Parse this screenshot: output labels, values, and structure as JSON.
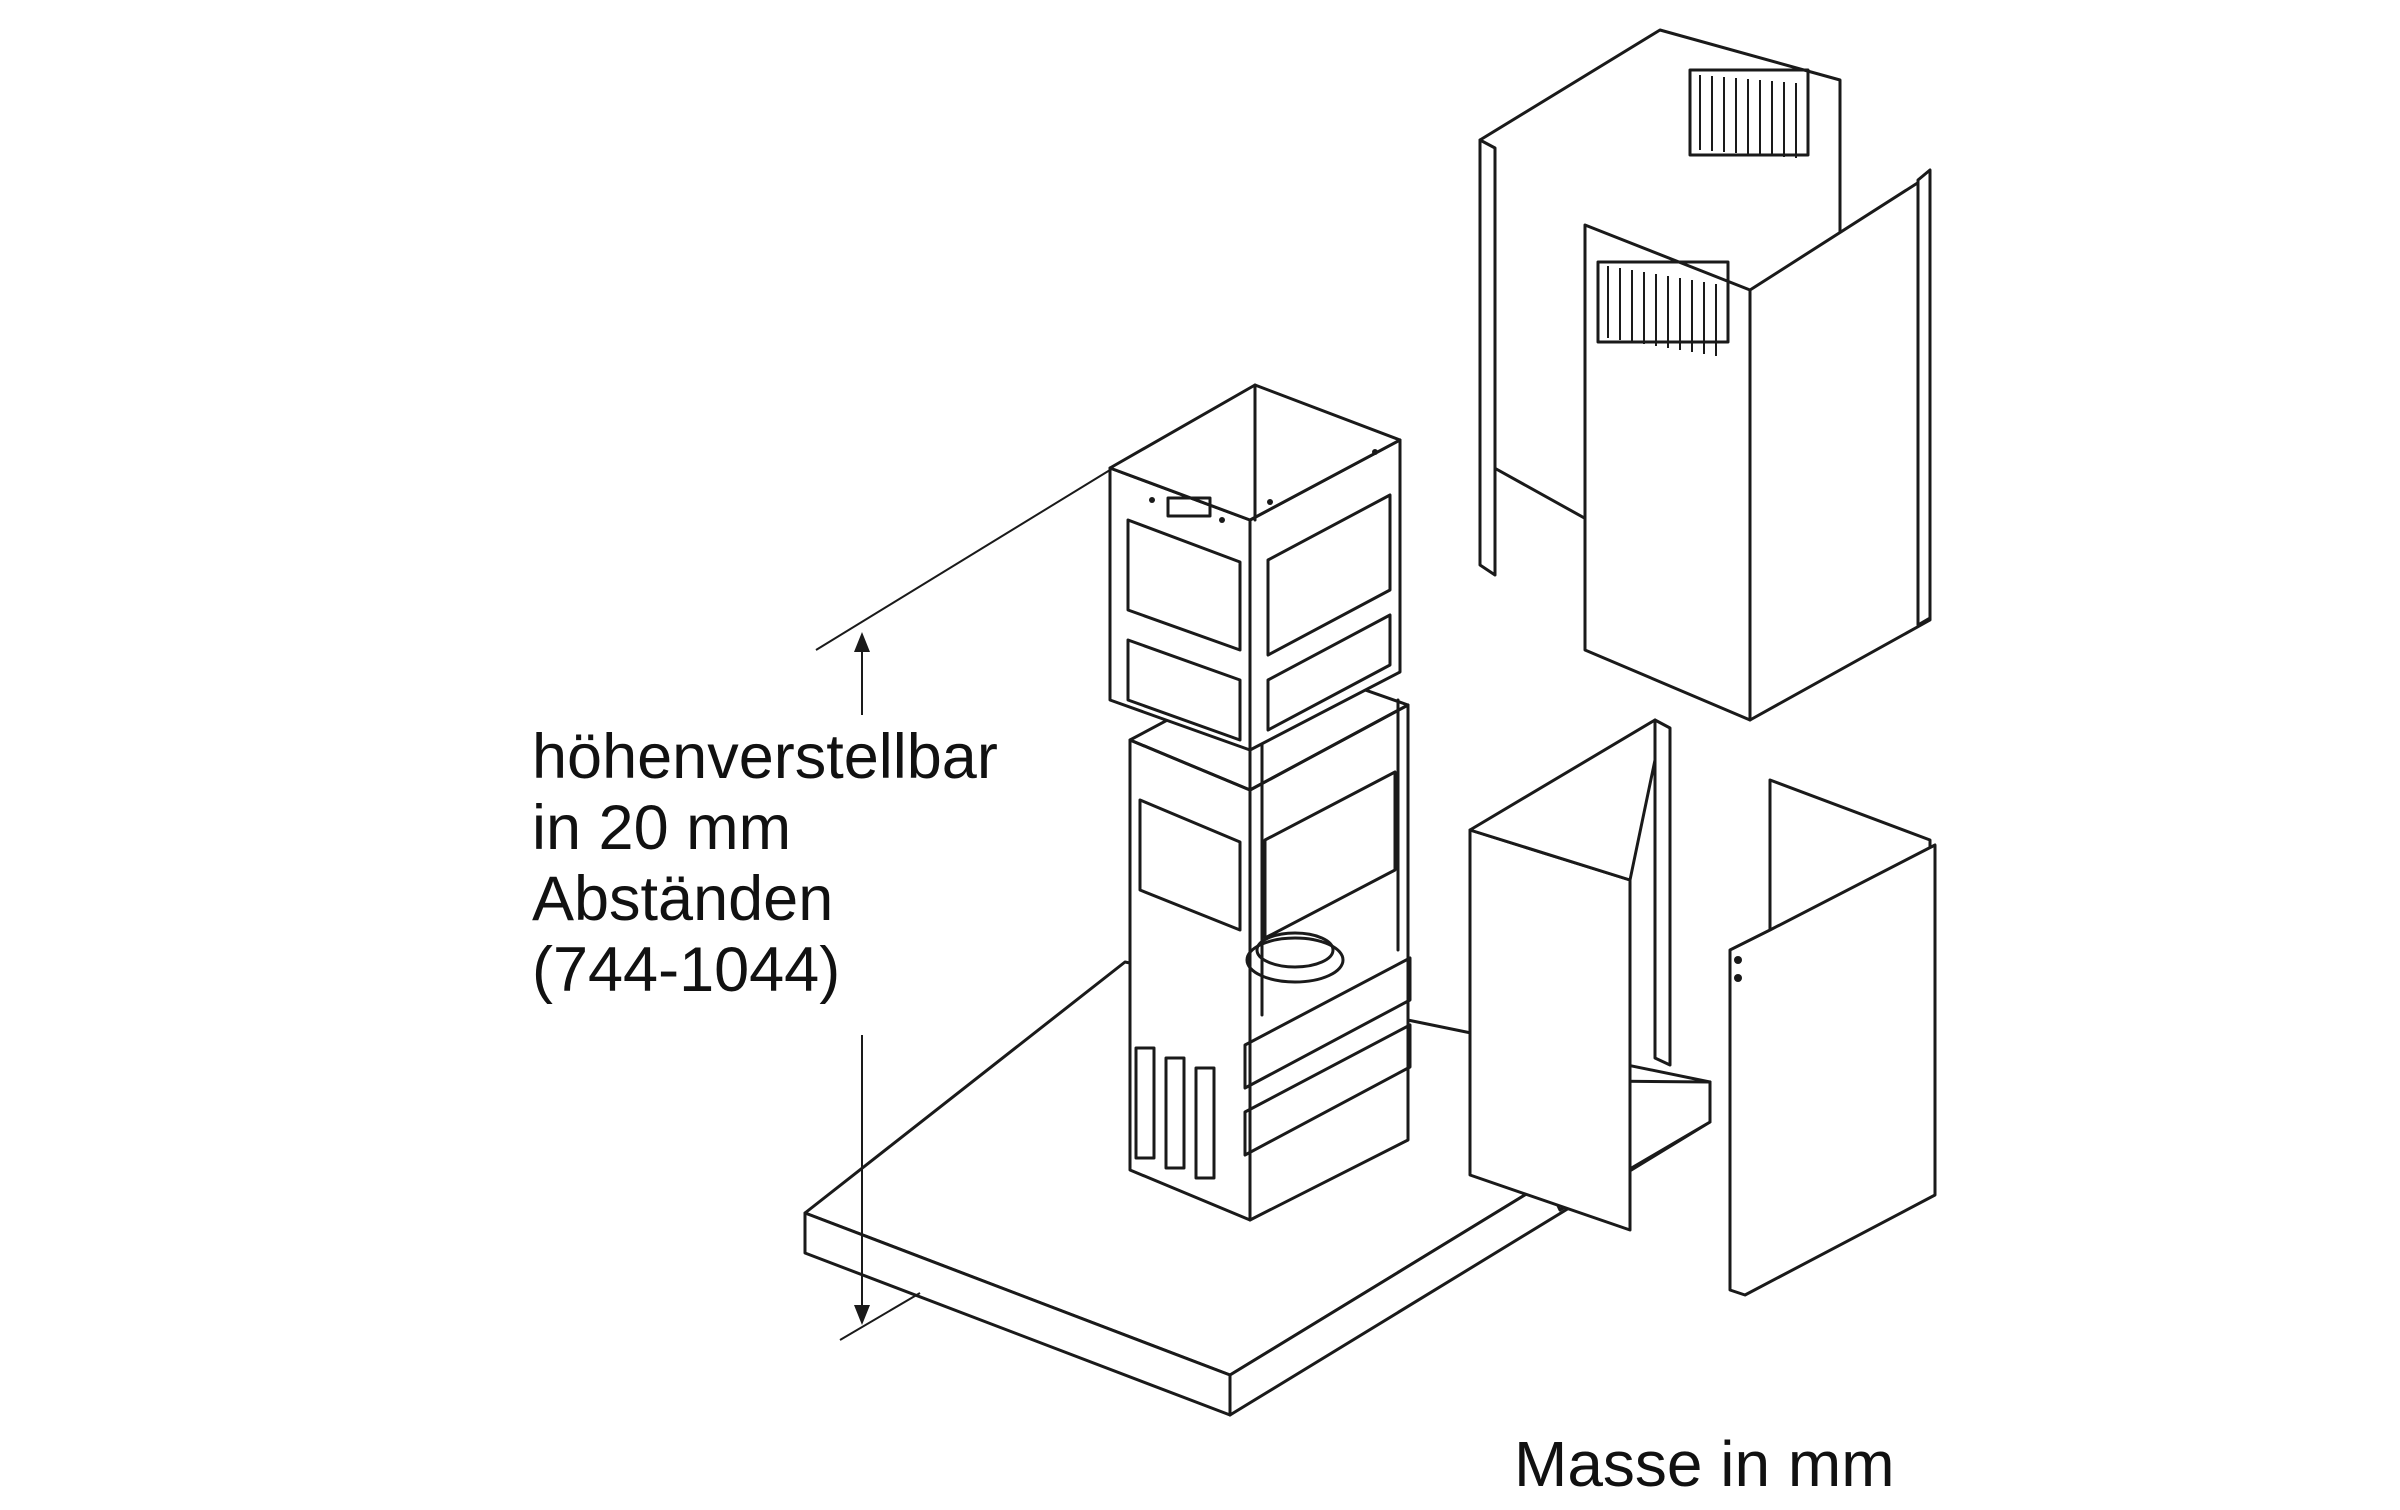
{
  "annotation": {
    "adjustable_lines": [
      "höhenverstellbar",
      "in 20 mm",
      "Abständen",
      "(744-1044)"
    ],
    "units_note": "Masse in mm"
  },
  "colors": {
    "line": "#1a1a1a",
    "background": "#ffffff"
  }
}
